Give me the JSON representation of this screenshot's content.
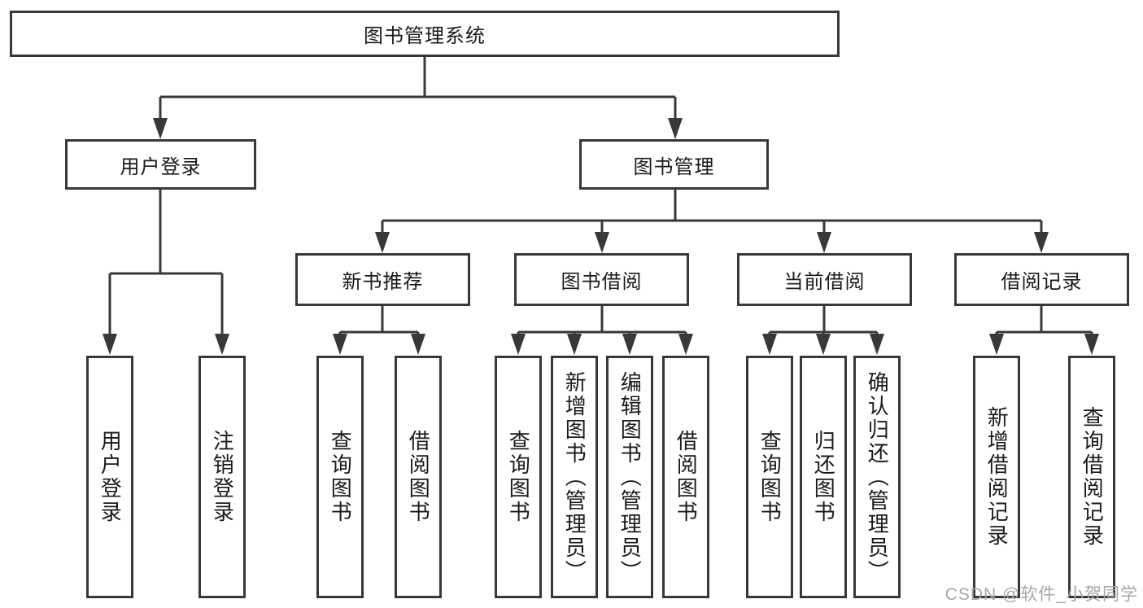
{
  "diagram_title": "图书管理系统",
  "nodes": {
    "root": "图书管理系统",
    "user_login": "用户登录",
    "book_mgmt": "图书管理",
    "new_book_rec": "新书推荐",
    "book_borrow": "图书借阅",
    "current_borrow": "当前借阅",
    "borrow_records": "借阅记录",
    "leaf_user_login": "用户登录",
    "leaf_logout": "注销登录",
    "leaf_rec_query_book": "查询图书",
    "leaf_rec_borrow_book": "借阅图书",
    "leaf_bb_query_book": "查询图书",
    "leaf_bb_add_book": "新增图书（管理员）",
    "leaf_bb_edit_book": "编辑图书（管理员）",
    "leaf_bb_borrow_book": "借阅图书",
    "leaf_cb_query_book": "查询图书",
    "leaf_cb_return_book": "归还图书",
    "leaf_cb_confirm_return": "确认归还（管理员）",
    "leaf_br_add_record": "新增借阅记录",
    "leaf_br_query_record": "查询借阅记录"
  },
  "watermark": "CSDN @软件_小贺同学",
  "colors": {
    "line": "#383838",
    "text": "#1a1a1a",
    "watermark": "#a6a6a6",
    "background": "#ffffff"
  }
}
